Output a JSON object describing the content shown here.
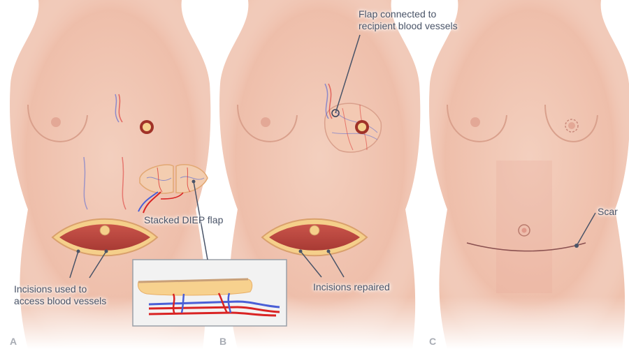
{
  "figure": {
    "title": "DIEP flap breast reconstruction",
    "panels": [
      {
        "letter": "A",
        "callouts": [
          "Incisions used to",
          "access blood vessels",
          "Stacked DIEP flap"
        ]
      },
      {
        "letter": "B",
        "callouts": [
          "Flap connected to",
          "recipient blood vessels",
          "Incisions repaired"
        ]
      },
      {
        "letter": "C",
        "callouts": [
          "Scar"
        ]
      }
    ]
  },
  "colors": {
    "skin": "#f2cbb8",
    "skin_shadow": "#d99a86",
    "artery": "#d92323",
    "vein": "#4a5fd6",
    "fat": "#f7d18e",
    "label": "#4a5468",
    "leader": "#4a5468",
    "inset_bg": "#f2f2f2",
    "inset_border": "#9aa0a8"
  }
}
